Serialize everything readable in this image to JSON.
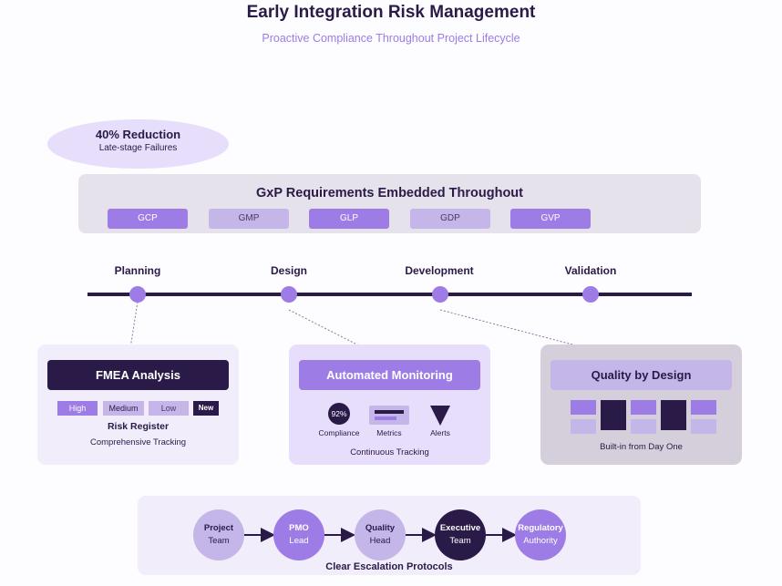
{
  "header": {
    "title": "Early Integration Risk Management",
    "subtitle": "Proactive Compliance Throughout Project Lifecycle"
  },
  "badge": {
    "main": "40% Reduction",
    "sub": "Late-stage Failures"
  },
  "gxp": {
    "heading": "GxP Requirements Embedded Throughout",
    "tags": [
      "GCP",
      "GMP",
      "GLP",
      "GDP",
      "GVP"
    ]
  },
  "timeline": {
    "phases": [
      "Planning",
      "Design",
      "Development",
      "Validation"
    ]
  },
  "cards": {
    "fmea": {
      "title": "FMEA Analysis",
      "levels": [
        "High",
        "Medium",
        "Low",
        "New"
      ],
      "label": "Risk Register",
      "sub": "Comprehensive Tracking"
    },
    "monitoring": {
      "title": "Automated Monitoring",
      "gauge": "92%",
      "items": [
        "Compliance",
        "Metrics",
        "Alerts"
      ],
      "sub": "Continuous Tracking"
    },
    "qbd": {
      "title": "Quality by Design",
      "sub": "Built-in from Day One"
    }
  },
  "escalation": {
    "nodes": [
      {
        "line1": "Project",
        "line2": "Team"
      },
      {
        "line1": "PMO",
        "line2": "Lead"
      },
      {
        "line1": "Quality",
        "line2": "Head"
      },
      {
        "line1": "Executive",
        "line2": "Team"
      },
      {
        "line1": "Regulatory",
        "line2": "Authority"
      }
    ],
    "label": "Clear Escalation Protocols"
  },
  "colors": {
    "dark": "#2a1a47",
    "accent": "#9d7ce6",
    "light": "#c5b6ea",
    "pale": "#e6defa"
  }
}
